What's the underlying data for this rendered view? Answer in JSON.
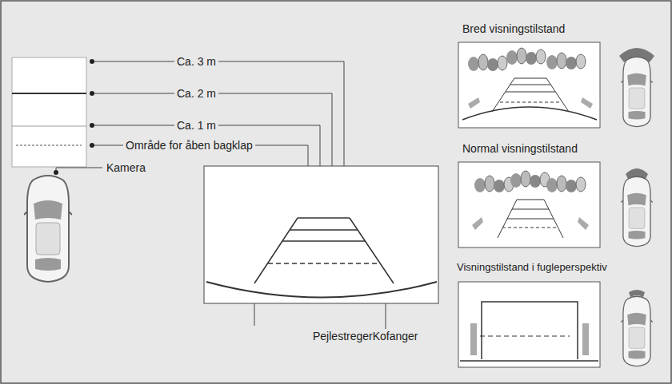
{
  "diagram": {
    "labels": [
      "Ca. 3 m",
      "Ca. 2 m",
      "Ca. 1 m",
      "Område for åben bagklap",
      "Kamera",
      "Bred visningstilstand",
      "Normal visningstilstand",
      "Visningstilstand i fugleperspektiv",
      "PejlestregerKofanger"
    ]
  }
}
